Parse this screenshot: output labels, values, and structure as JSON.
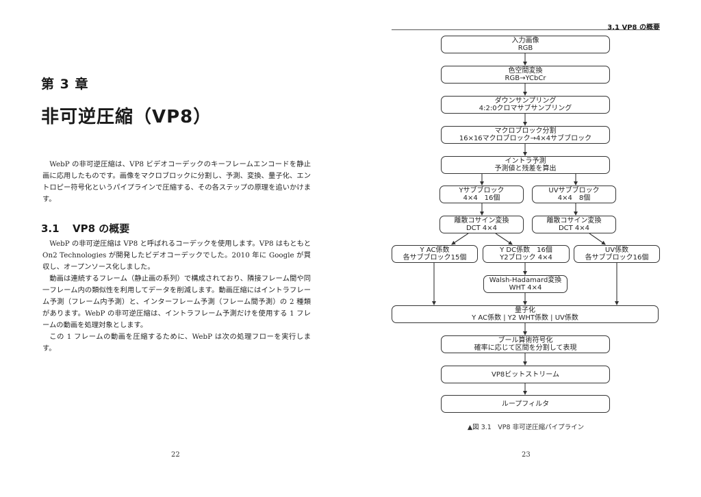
{
  "left_page": {
    "chapter_label": "第 3 章",
    "chapter_title": "非可逆圧縮（VP8）",
    "intro_paragraphs": [
      "WebP の非可逆圧縮は、VP8 ビデオコーデックのキーフレームエンコードを静止画に応用したものです。画像をマクロブロックに分割し、予測、変換、量子化、エントロピー符号化というパイプラインで圧縮する、その各ステップの原理を追いかけます。"
    ],
    "section": {
      "number": "3.1",
      "title": "VP8 の概要",
      "paragraphs": [
        "WebP の非可逆圧縮は VP8 と呼ばれるコーデックを使用します。VP8 はもともと On2 Technologies が開発したビデオコーデックでした。2010 年に Google が買収し、オープンソース化しました。",
        "動画は連続するフレーム（静止画の系列）で構成されており、隣接フレーム間や同一フレーム内の類似性を利用してデータを削減します。動画圧縮にはイントラフレーム予測（フレーム内予測）と、インターフレーム予測（フレーム間予測）の 2 種類があります。WebP の非可逆圧縮は、イントラフレーム予測だけを使用する 1 フレームの動画を処理対象とします。",
        "この 1 フレームの動画を圧縮するために、WebP は次の処理フローを実行します。"
      ]
    },
    "page_number": "22"
  },
  "right_page": {
    "running_head": "3.1 VP8 の概要",
    "page_number": "23",
    "figure": {
      "caption": "▲図 3.1　VP8 非可逆圧縮パイプライン",
      "boxes": {
        "input": {
          "line1": "入力画像",
          "line2": "RGB"
        },
        "colorspace": {
          "line1": "色空間変換",
          "line2": "RGB→YCbCr"
        },
        "downsample": {
          "line1": "ダウンサンプリング",
          "line2": "4:2:0クロマサブサンプリング"
        },
        "macroblock": {
          "line1": "マクロブロック分割",
          "line2": "16×16マクロブロック→4×4サブブロック"
        },
        "intra": {
          "line1": "イントラ予測",
          "line2": "予測値と残差を算出"
        },
        "y_sub": {
          "line1": "Yサブブロック",
          "line2": "4×4　16個"
        },
        "uv_sub": {
          "line1": "UVサブブロック",
          "line2": "4×4　8個"
        },
        "y_dct": {
          "line1": "離散コサイン変換",
          "line2": "DCT 4×4"
        },
        "uv_dct": {
          "line1": "離散コサイン変換",
          "line2": "DCT 4×4"
        },
        "y_ac": {
          "line1": "Y AC係数",
          "line2": "各サブブロック15個"
        },
        "y_dc": {
          "line1": "Y DC係数　16個",
          "line2": "Y2ブロック 4×4"
        },
        "uv_coef": {
          "line1": "UV係数",
          "line2": "各サブブロック16個"
        },
        "wht": {
          "line1": "Walsh-Hadamard変換",
          "line2": "WHT 4×4"
        },
        "quant": {
          "line1": "量子化",
          "line2": "Y AC係数 | Y2 WHT係数 | UV係数"
        },
        "arith": {
          "line1": "ブール算術符号化",
          "line2": "確率に応じて区間を分割して表現"
        },
        "bitstream": {
          "line1": "VP8ビットストリーム"
        },
        "loopfilter": {
          "line1": "ループフィルタ"
        }
      }
    }
  }
}
